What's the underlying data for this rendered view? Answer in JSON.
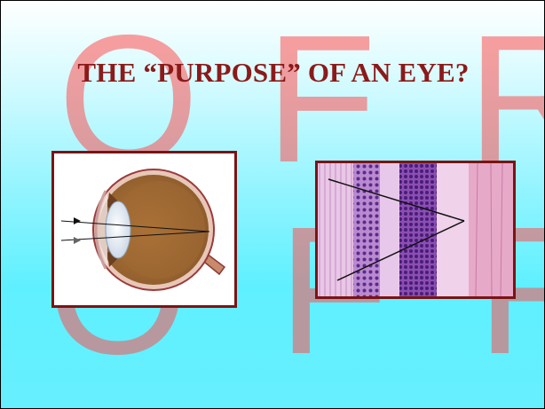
{
  "slide": {
    "title": "THE “PURPOSE” OF AN EYE?"
  },
  "watermark": {
    "row1": [
      "O",
      "F",
      "R"
    ],
    "row2": [
      "O",
      "F",
      "R"
    ]
  },
  "images": {
    "left": {
      "icon": "eye-cross-section-icon",
      "description_visible": false
    },
    "right": {
      "icon": "retina-histology-icon",
      "description_visible": false
    }
  },
  "colors": {
    "title": "#8b1a1a",
    "frame_border": "#7a1414",
    "watermark": "#ff5050",
    "background_bottom": "#66efff"
  }
}
